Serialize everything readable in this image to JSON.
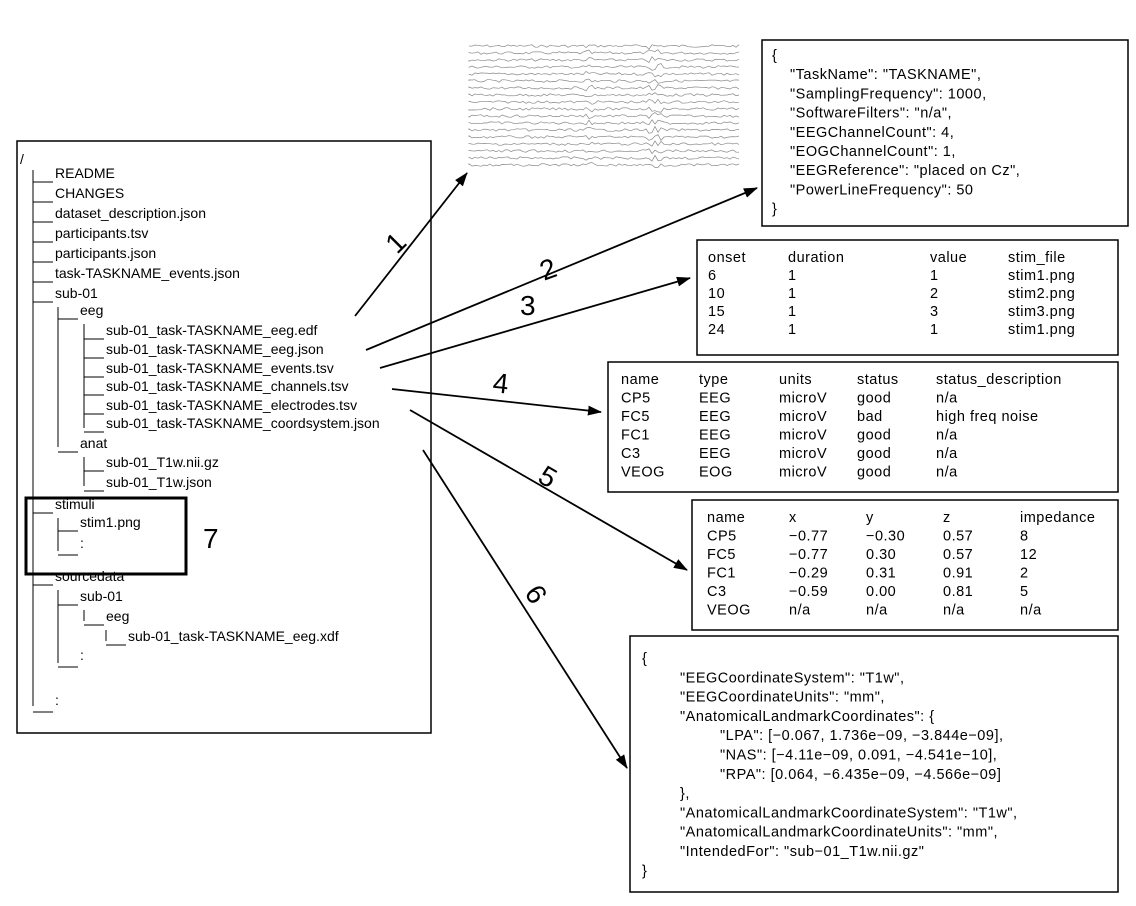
{
  "tree": {
    "root": "/",
    "items": [
      "README",
      "CHANGES",
      "dataset_description.json",
      "participants.tsv",
      "participants.json",
      "task-TASKNAME_events.json",
      "sub-01",
      "eeg",
      "sub-01_task-TASKNAME_eeg.edf",
      "sub-01_task-TASKNAME_eeg.json",
      "sub-01_task-TASKNAME_events.tsv",
      "sub-01_task-TASKNAME_channels.tsv",
      "sub-01_task-TASKNAME_electrodes.tsv",
      "sub-01_task-TASKNAME_coordsystem.json",
      "anat",
      "sub-01_T1w.nii.gz",
      "sub-01_T1w.json",
      "stimuli",
      "stim1.png",
      ":",
      "sourcedata",
      "sub-01",
      "eeg",
      "sub-01_task-TASKNAME_eeg.xdf",
      ":",
      ":"
    ]
  },
  "labels": [
    "1",
    "2",
    "3",
    "4",
    "5",
    "6",
    "7"
  ],
  "eeg_json": [
    "{",
    "\"TaskName\": \"TASKNAME\",",
    "\"SamplingFrequency\": 1000,",
    "\"SoftwareFilters\": \"n/a\",",
    "\"EEGChannelCount\": 4,",
    "\"EOGChannelCount\": 1,",
    "\"EEGReference\": \"placed on Cz\",",
    "\"PowerLineFrequency\": 50",
    "}"
  ],
  "events": {
    "header": [
      "onset",
      "duration",
      "value",
      "stim_file"
    ],
    "rows": [
      [
        "6",
        "1",
        "1",
        "stim1.png"
      ],
      [
        "10",
        "1",
        "2",
        "stim2.png"
      ],
      [
        "15",
        "1",
        "3",
        "stim3.png"
      ],
      [
        "24",
        "1",
        "1",
        "stim1.png"
      ]
    ]
  },
  "channels": {
    "header": [
      "name",
      "type",
      "units",
      "status",
      "status_description"
    ],
    "rows": [
      [
        "CP5",
        "EEG",
        "microV",
        "good",
        "n/a"
      ],
      [
        "FC5",
        "EEG",
        "microV",
        "bad",
        "high freq noise"
      ],
      [
        "FC1",
        "EEG",
        "microV",
        "good",
        "n/a"
      ],
      [
        "C3",
        "EEG",
        "microV",
        "good",
        "n/a"
      ],
      [
        "VEOG",
        "EOG",
        "microV",
        "good",
        "n/a"
      ]
    ]
  },
  "electrodes": {
    "header": [
      "name",
      "x",
      "y",
      "z",
      "impedance"
    ],
    "rows": [
      [
        "CP5",
        "−0.77",
        "−0.30",
        "0.57",
        "8"
      ],
      [
        "FC5",
        "−0.77",
        "0.30",
        "0.57",
        "12"
      ],
      [
        "FC1",
        "−0.29",
        "0.31",
        "0.91",
        "2"
      ],
      [
        "C3",
        "−0.59",
        "0.00",
        "0.81",
        "5"
      ],
      [
        "VEOG",
        "n/a",
        "n/a",
        "n/a",
        "n/a"
      ]
    ]
  },
  "coordsystem": [
    "{",
    "\"EEGCoordinateSystem\": \"T1w\",",
    "\"EEGCoordinateUnits\": \"mm\",",
    "\"AnatomicalLandmarkCoordinates\": {",
    "\"LPA\": [−0.067, 1.736e−09, −3.844e−09],",
    "\"NAS\": [−4.11e−09, 0.091, −4.541e−10],",
    "\"RPA\": [0.064, −6.435e−09, −4.566e−09]",
    "},",
    "\"AnatomicalLandmarkCoordinateSystem\": \"T1w\",",
    "\"AnatomicalLandmarkCoordinateUnits\": \"mm\",",
    "\"IntendedFor\": \"sub−01_T1w.nii.gz\"",
    "}"
  ]
}
